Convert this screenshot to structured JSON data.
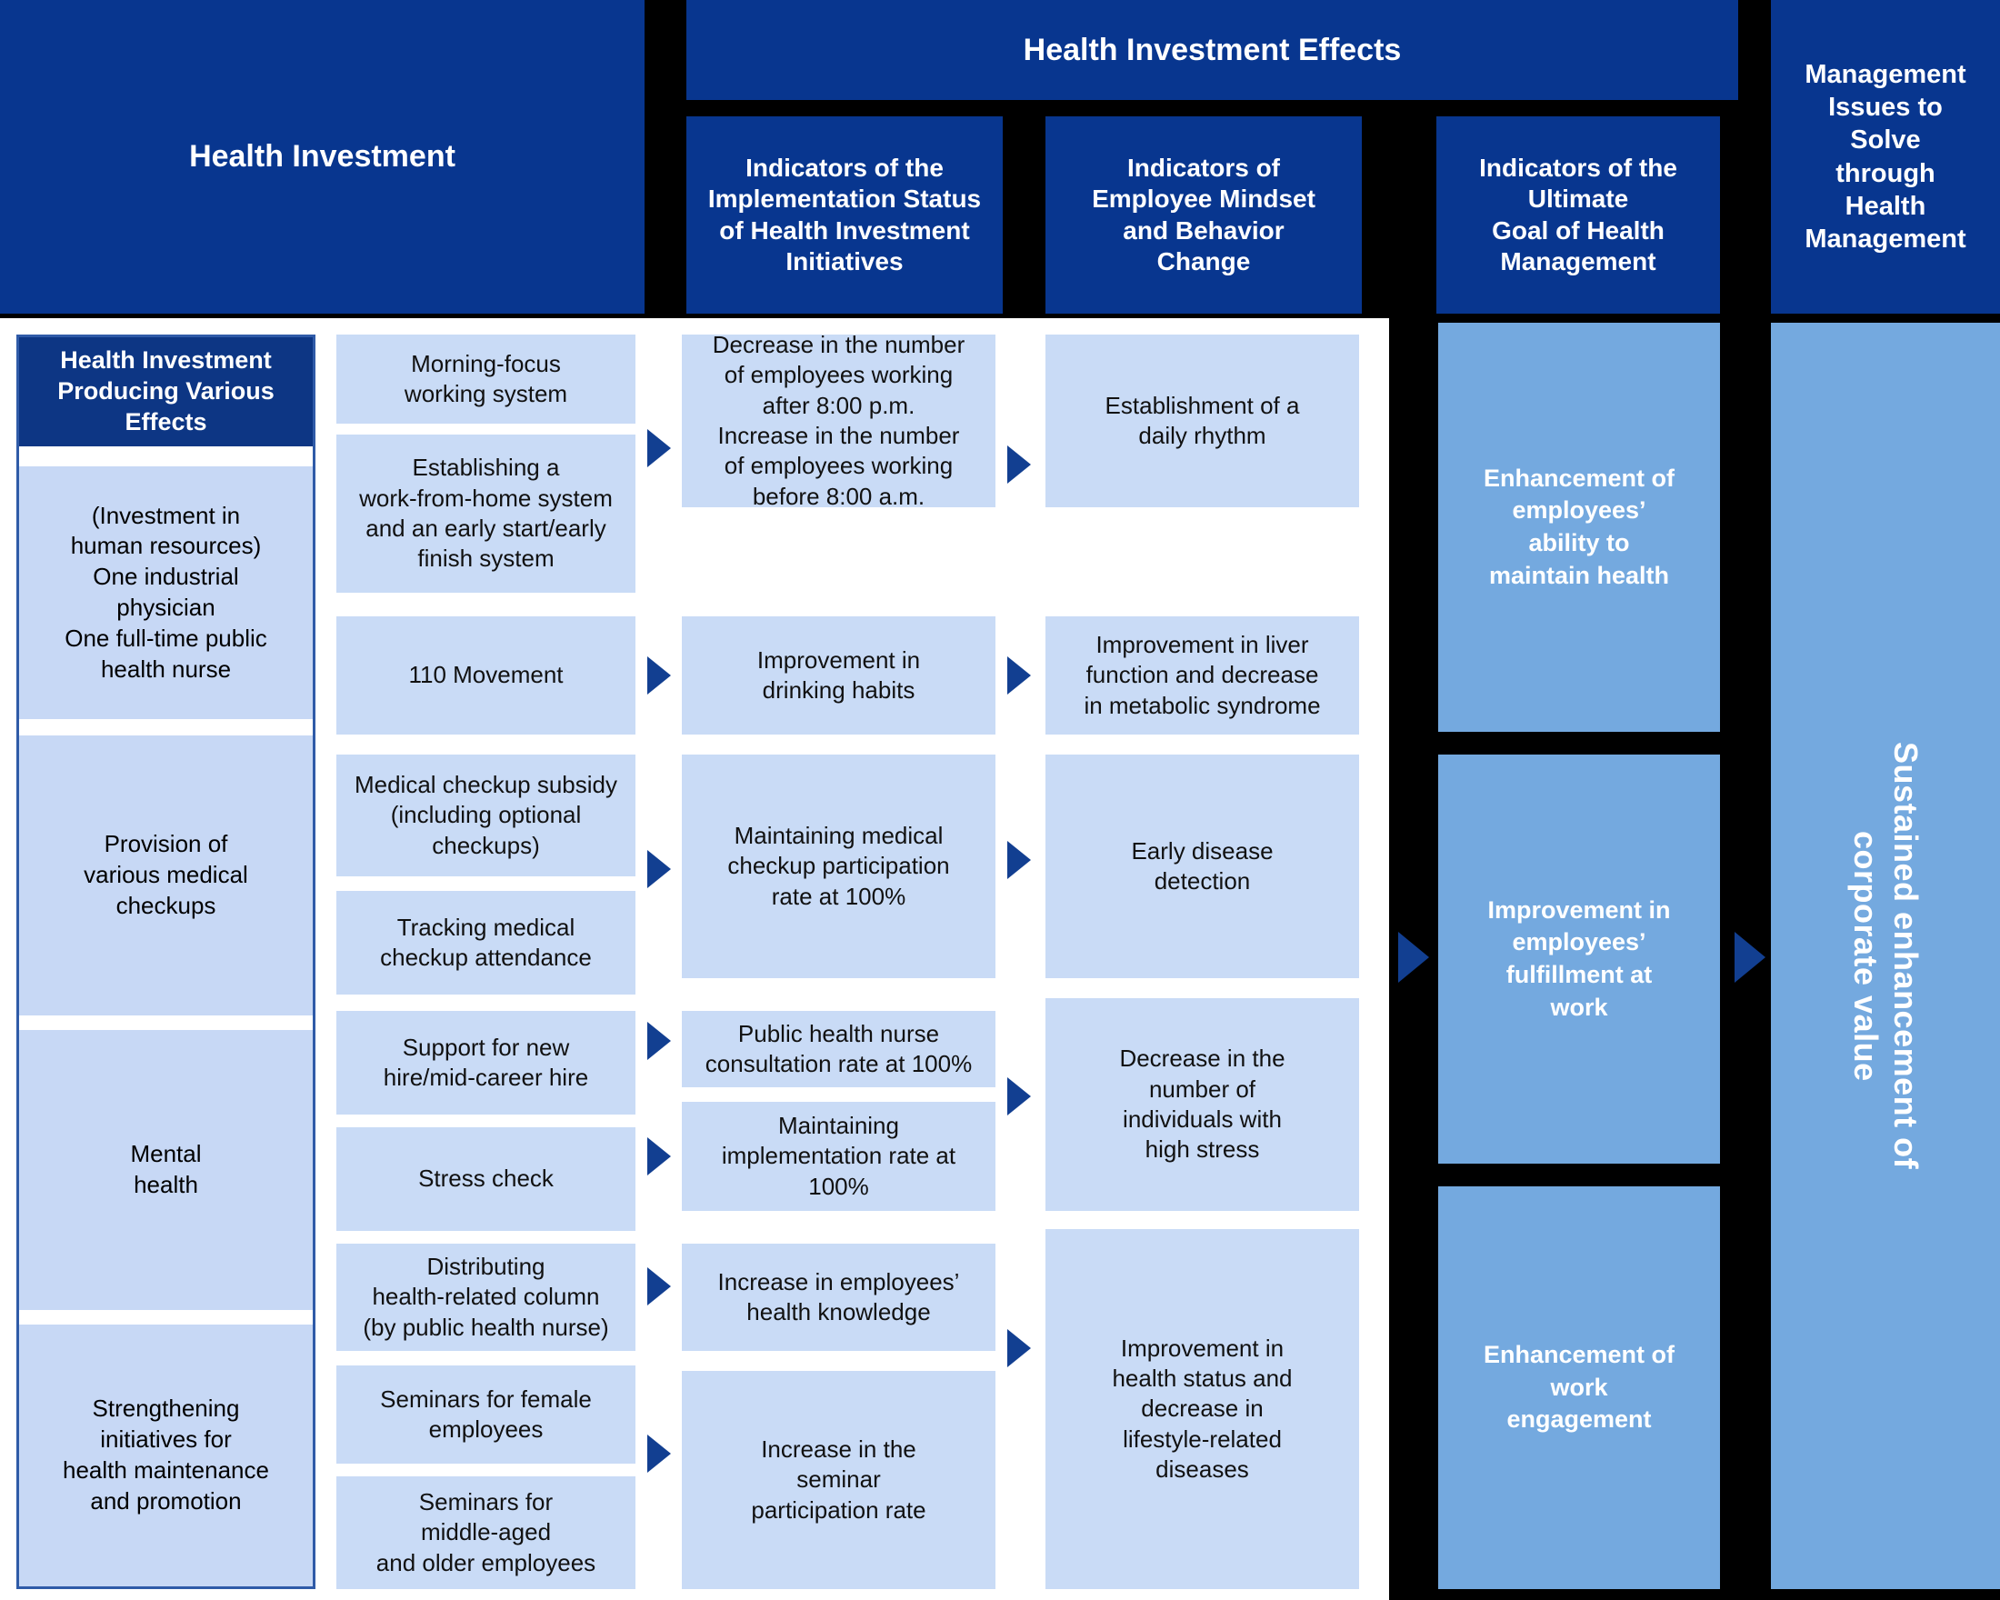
{
  "headers": {
    "health_investment": "Health Investment",
    "health_investment_effects": "Health Investment Effects",
    "impl_status": "Indicators of the\nImplementation Status\nof Health Investment\nInitiatives",
    "mindset": "Indicators of\nEmployee Mindset\nand Behavior\nChange",
    "ultimate_goal": "Indicators of the\nUltimate\nGoal of Health\nManagement",
    "mgmt_issues": "Management\nIssues to\nSolve\nthrough\nHealth\nManagement"
  },
  "category_column": {
    "title": "Health Investment\nProducing Various\nEffects",
    "items": [
      "(Investment in\nhuman resources)\nOne industrial\nphysician\nOne full-time public\nhealth nurse",
      "Provision of\nvarious medical\ncheckups",
      "Mental\nhealth",
      "Strengthening\ninitiatives for\nhealth maintenance\nand promotion"
    ]
  },
  "initiatives": [
    "Morning-focus\nworking system",
    "Establishing a\nwork-from-home system\nand an early start/early\nfinish system",
    "110 Movement",
    "Medical checkup subsidy\n(including optional\ncheckups)",
    "Tracking medical\ncheckup attendance",
    "Support for new\nhire/mid-career hire",
    "Stress check",
    "Distributing\nhealth-related column\n(by public health nurse)",
    "Seminars for female\nemployees",
    "Seminars for\nmiddle-aged\nand older employees"
  ],
  "implementation_indicators": [
    "Decrease in the number\nof employees working\nafter 8:00 p.m.\nIncrease in the number\nof employees working\nbefore 8:00 a.m.",
    "Improvement in\ndrinking habits",
    "Maintaining medical\ncheckup participation\nrate at 100%",
    "Public health nurse\nconsultation rate at 100%",
    "Maintaining\nimplementation rate at\n100%",
    "Increase in employees’\nhealth knowledge",
    "Increase in the\nseminar\nparticipation rate"
  ],
  "mindset_indicators": [
    "Establishment of a\ndaily rhythm",
    "Improvement in liver\nfunction and decrease\nin metabolic syndrome",
    "Early disease\ndetection",
    "Decrease in the\nnumber of\nindividuals with\nhigh stress",
    "Improvement in\nhealth status and\ndecrease in\nlifestyle-related\ndiseases"
  ],
  "goal_indicators": [
    "Enhancement of\nemployees’\nability to\nmaintain health",
    "Improvement in\nemployees’\nfulfillment at\nwork",
    "Enhancement of\nwork\nengagement"
  ],
  "final_value": "Sustained enhancement of\ncorporate value",
  "colors": {
    "dark_blue": "#08368f",
    "panel_header_blue": "#0d3684",
    "light_box": "#c9dbf6",
    "mid_blue": "#74a9df",
    "arrow_blue": "#123f91",
    "frame_border": "#2f5ba8",
    "background": "#000000",
    "panel_white": "#ffffff"
  }
}
